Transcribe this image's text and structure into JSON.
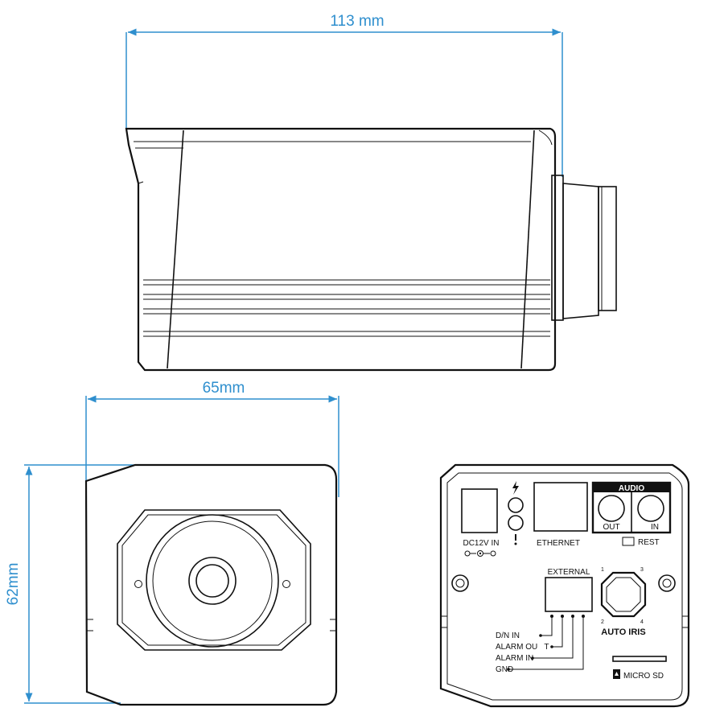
{
  "colors": {
    "dimension": "#2f8fce",
    "ink": "#111111",
    "audio_header_bg": "#111111",
    "audio_header_text": "#ffffff"
  },
  "dimensions": {
    "length": "113 mm",
    "width": "65mm",
    "height": "62mm"
  },
  "rear_panel": {
    "power_label": "DC12V IN",
    "ethernet_label": "ETHERNET",
    "audio_header": "AUDIO",
    "audio_out": "OUT",
    "audio_in": "IN",
    "reset_label": "REST",
    "external_label": "EXTERNAL",
    "auto_iris_label": "AUTO IRIS",
    "iris_pins": [
      "1",
      "2",
      "3",
      "4"
    ],
    "micro_sd_label": "MICRO SD",
    "terminals": [
      {
        "label": "D/N IN"
      },
      {
        "label": "ALARM OU   T"
      },
      {
        "label": "ALARM IN"
      },
      {
        "label": "GND"
      }
    ]
  }
}
